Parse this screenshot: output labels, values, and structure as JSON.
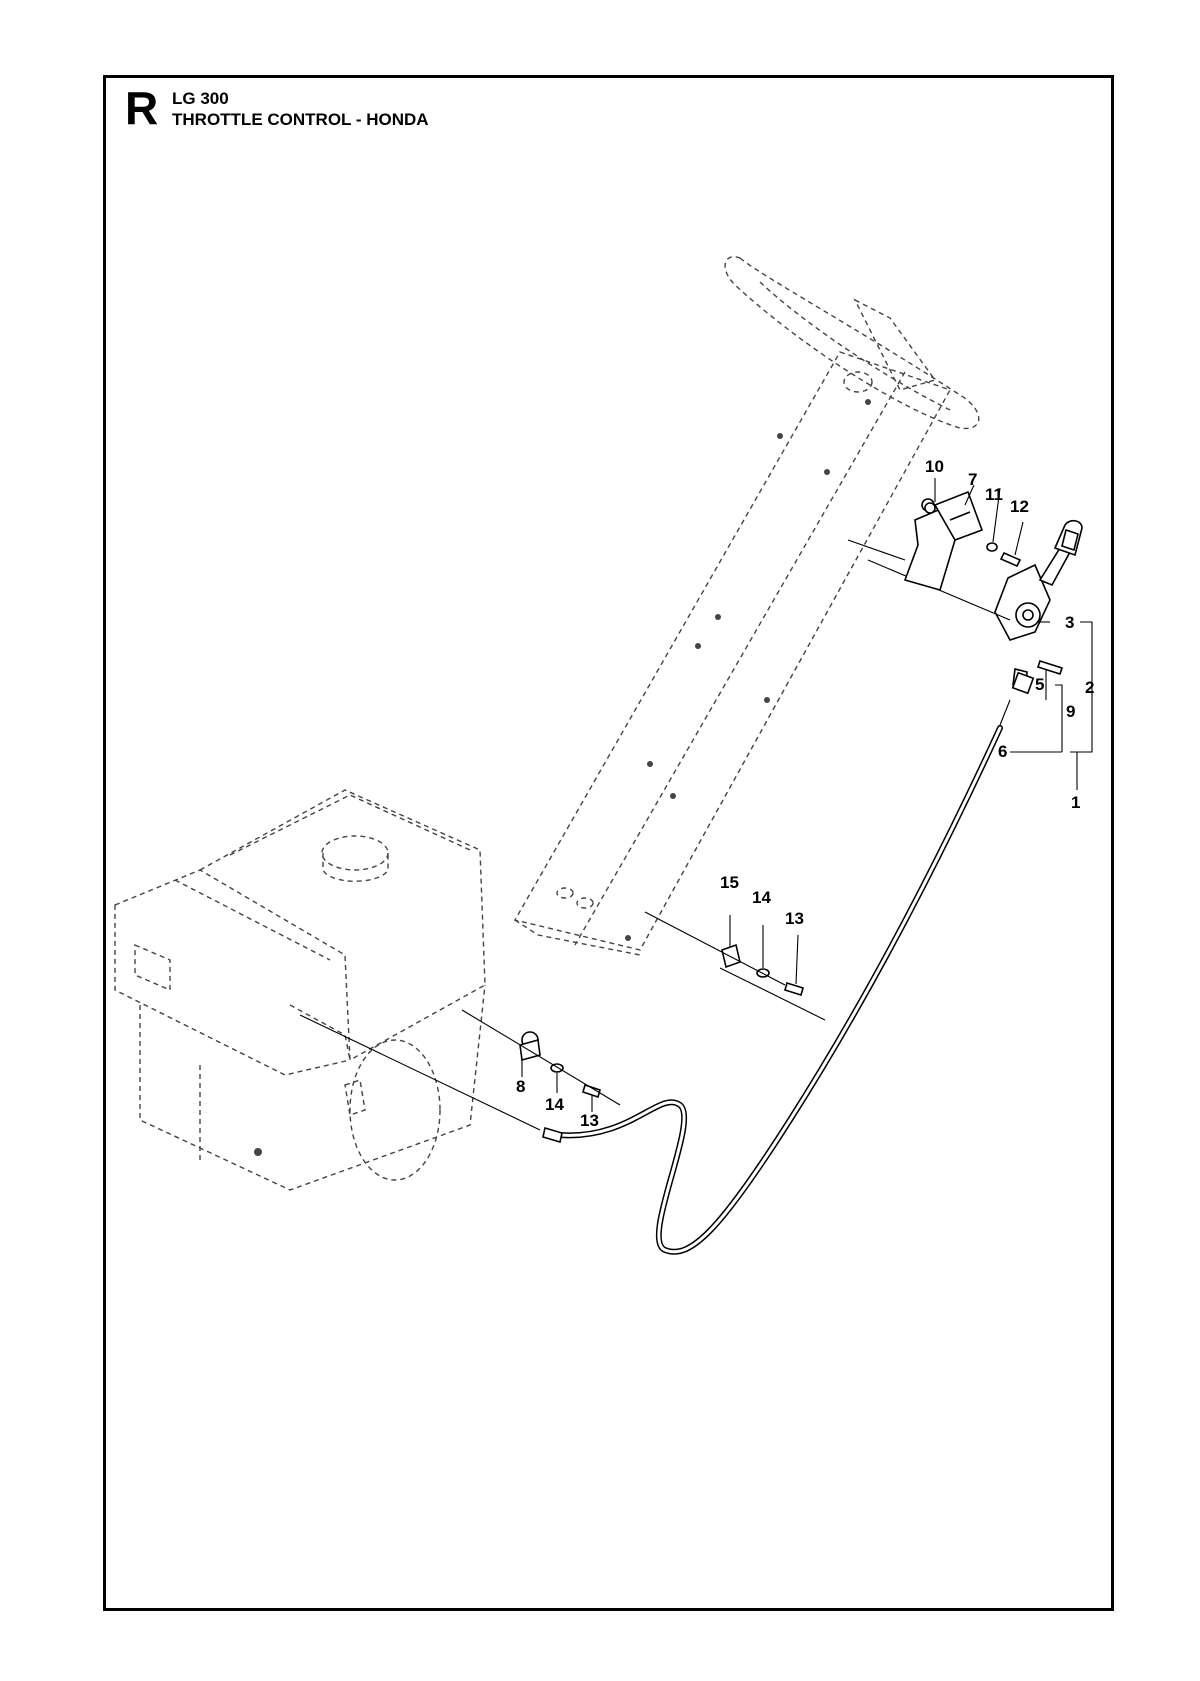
{
  "header": {
    "section": "R",
    "model": "LG 300",
    "title": "THROTTLE CONTROL - HONDA"
  },
  "callouts": [
    "1",
    "2",
    "3",
    "5",
    "6",
    "7",
    "8",
    "9",
    "10",
    "11",
    "12",
    "13",
    "14",
    "15"
  ]
}
